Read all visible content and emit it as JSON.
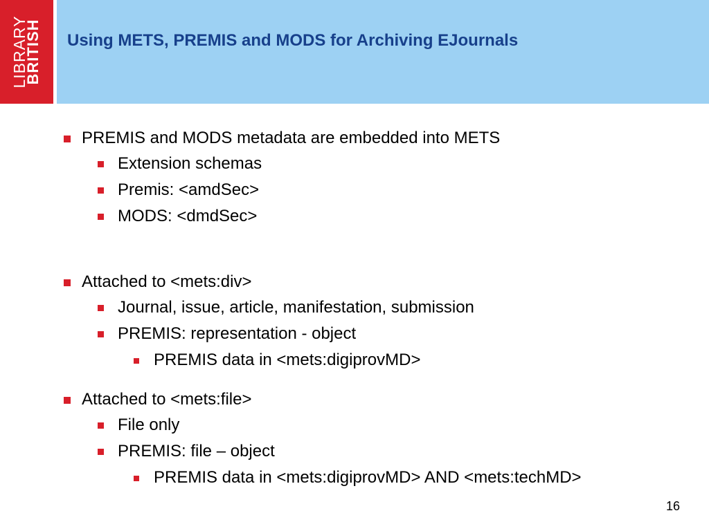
{
  "logo": {
    "line1": "LIBRARY",
    "line2": "BRITISH"
  },
  "title": "Using METS, PREMIS and MODS for Archiving EJournals",
  "bullets": {
    "b1": "PREMIS and MODS metadata are embedded into METS",
    "b1_1": "Extension schemas",
    "b1_2": "Premis: <amdSec>",
    "b1_3": "MODS: <dmdSec>",
    "b2": "Attached to <mets:div>",
    "b2_1": "Journal, issue, article, manifestation, submission",
    "b2_2": "PREMIS: representation - object",
    "b2_2_1": "PREMIS data in <mets:digiprovMD>",
    "b3": "Attached to <mets:file>",
    "b3_1": "File only",
    "b3_2": "PREMIS: file – object",
    "b3_2_1": "PREMIS data in <mets:digiprovMD> AND <mets:techMD>"
  },
  "page_number": "16",
  "colors": {
    "header": "#9dd1f3",
    "logo": "#d81f2a",
    "title": "#17408b",
    "bullet": "#d81f2a"
  }
}
